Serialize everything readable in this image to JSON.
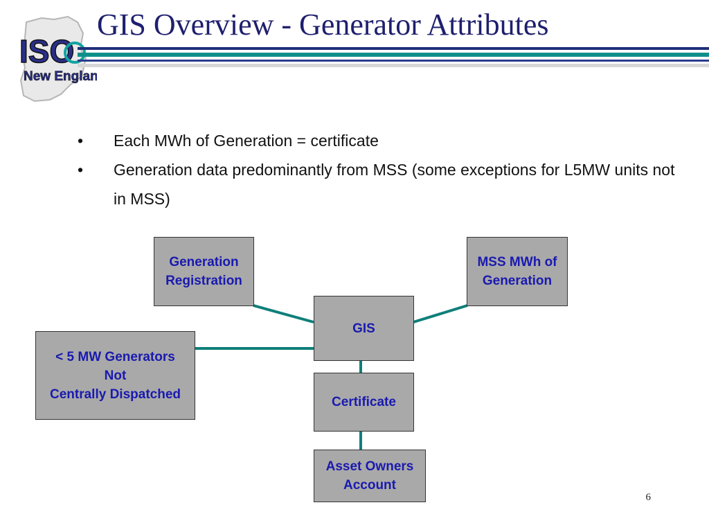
{
  "slide": {
    "title": "GIS Overview - Generator Attributes",
    "page_number": "6"
  },
  "logo": {
    "line1": "ISO",
    "line2": "New England"
  },
  "bullets": [
    {
      "marker": "•",
      "text": "Each MWh of Generation = certificate"
    },
    {
      "marker": "•",
      "text": "Generation data predominantly from MSS (some exceptions for L5MW units not in MSS)"
    }
  ],
  "diagram": {
    "nodes": {
      "registration": "Generation\nRegistration",
      "mss": "MSS MWh of\nGeneration",
      "gis": "GIS",
      "small_generators": "< 5 MW Generators\nNot\nCentrally Dispatched",
      "certificate": "Certificate",
      "asset_owners": "Asset Owners\nAccount"
    },
    "colors": {
      "box_fill": "#a9a9a9",
      "box_text": "#1a1ab0",
      "connector": "#0f7f7a"
    }
  }
}
